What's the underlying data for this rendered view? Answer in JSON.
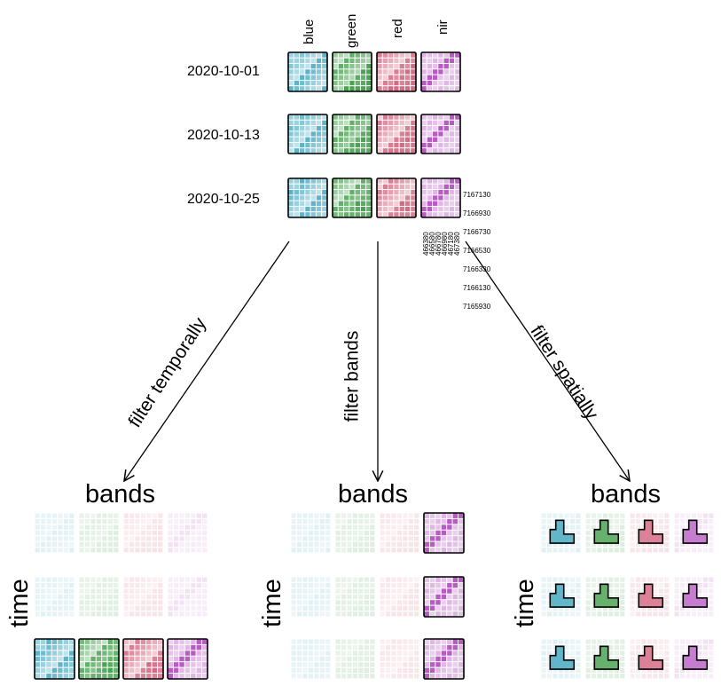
{
  "bands": [
    "blue",
    "green",
    "red",
    "nir"
  ],
  "dates": [
    "2020-10-01",
    "2020-10-13",
    "2020-10-25"
  ],
  "coordinates": {
    "y": [
      "7167130",
      "7166930",
      "7166730",
      "7166530",
      "7166330",
      "7166130",
      "7165930"
    ],
    "x": [
      "466380",
      "466580",
      "466780",
      "466980",
      "467180",
      "467380"
    ]
  },
  "operations": {
    "temporal": "filter temporally",
    "bands": "filter bands",
    "spatial": "filter spatially"
  },
  "panels": {
    "title": "bands",
    "axis": "time"
  },
  "colors": {
    "blue": "#3aa4bd",
    "green": "#3f9e48",
    "red": "#d3627d",
    "nir": "#b85cc4"
  }
}
